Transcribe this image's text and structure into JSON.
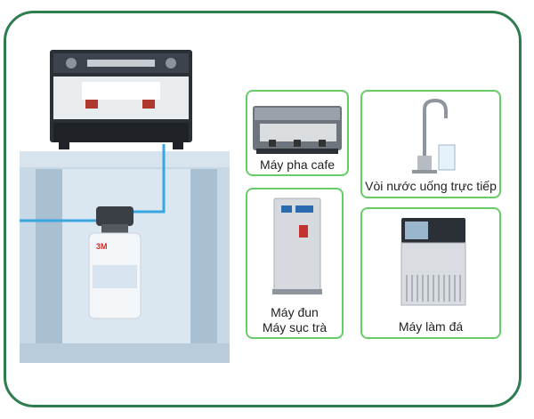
{
  "colors": {
    "frame_border": "#2e7d4f",
    "card_border": "#66cc66",
    "water_line": "#3aa6e0",
    "cabinet": "#c9dbe8"
  },
  "installation": {
    "espresso_machine_icon": "espresso-machine-icon",
    "filter_icon": "water-filter-cartridge-icon",
    "filter_brand": "3M"
  },
  "cards": [
    {
      "id": "coffee",
      "label": "Máy pha cafe",
      "icon": "coffee-machine-icon"
    },
    {
      "id": "faucet",
      "label": "Vòi nước uống trực tiếp",
      "icon": "drinking-faucet-icon"
    },
    {
      "id": "boiler",
      "label_line1": "Máy đun",
      "label_line2": "Máy sục trà",
      "icon": "water-boiler-icon"
    },
    {
      "id": "ice",
      "label": "Máy làm đá",
      "icon": "ice-machine-icon"
    }
  ]
}
